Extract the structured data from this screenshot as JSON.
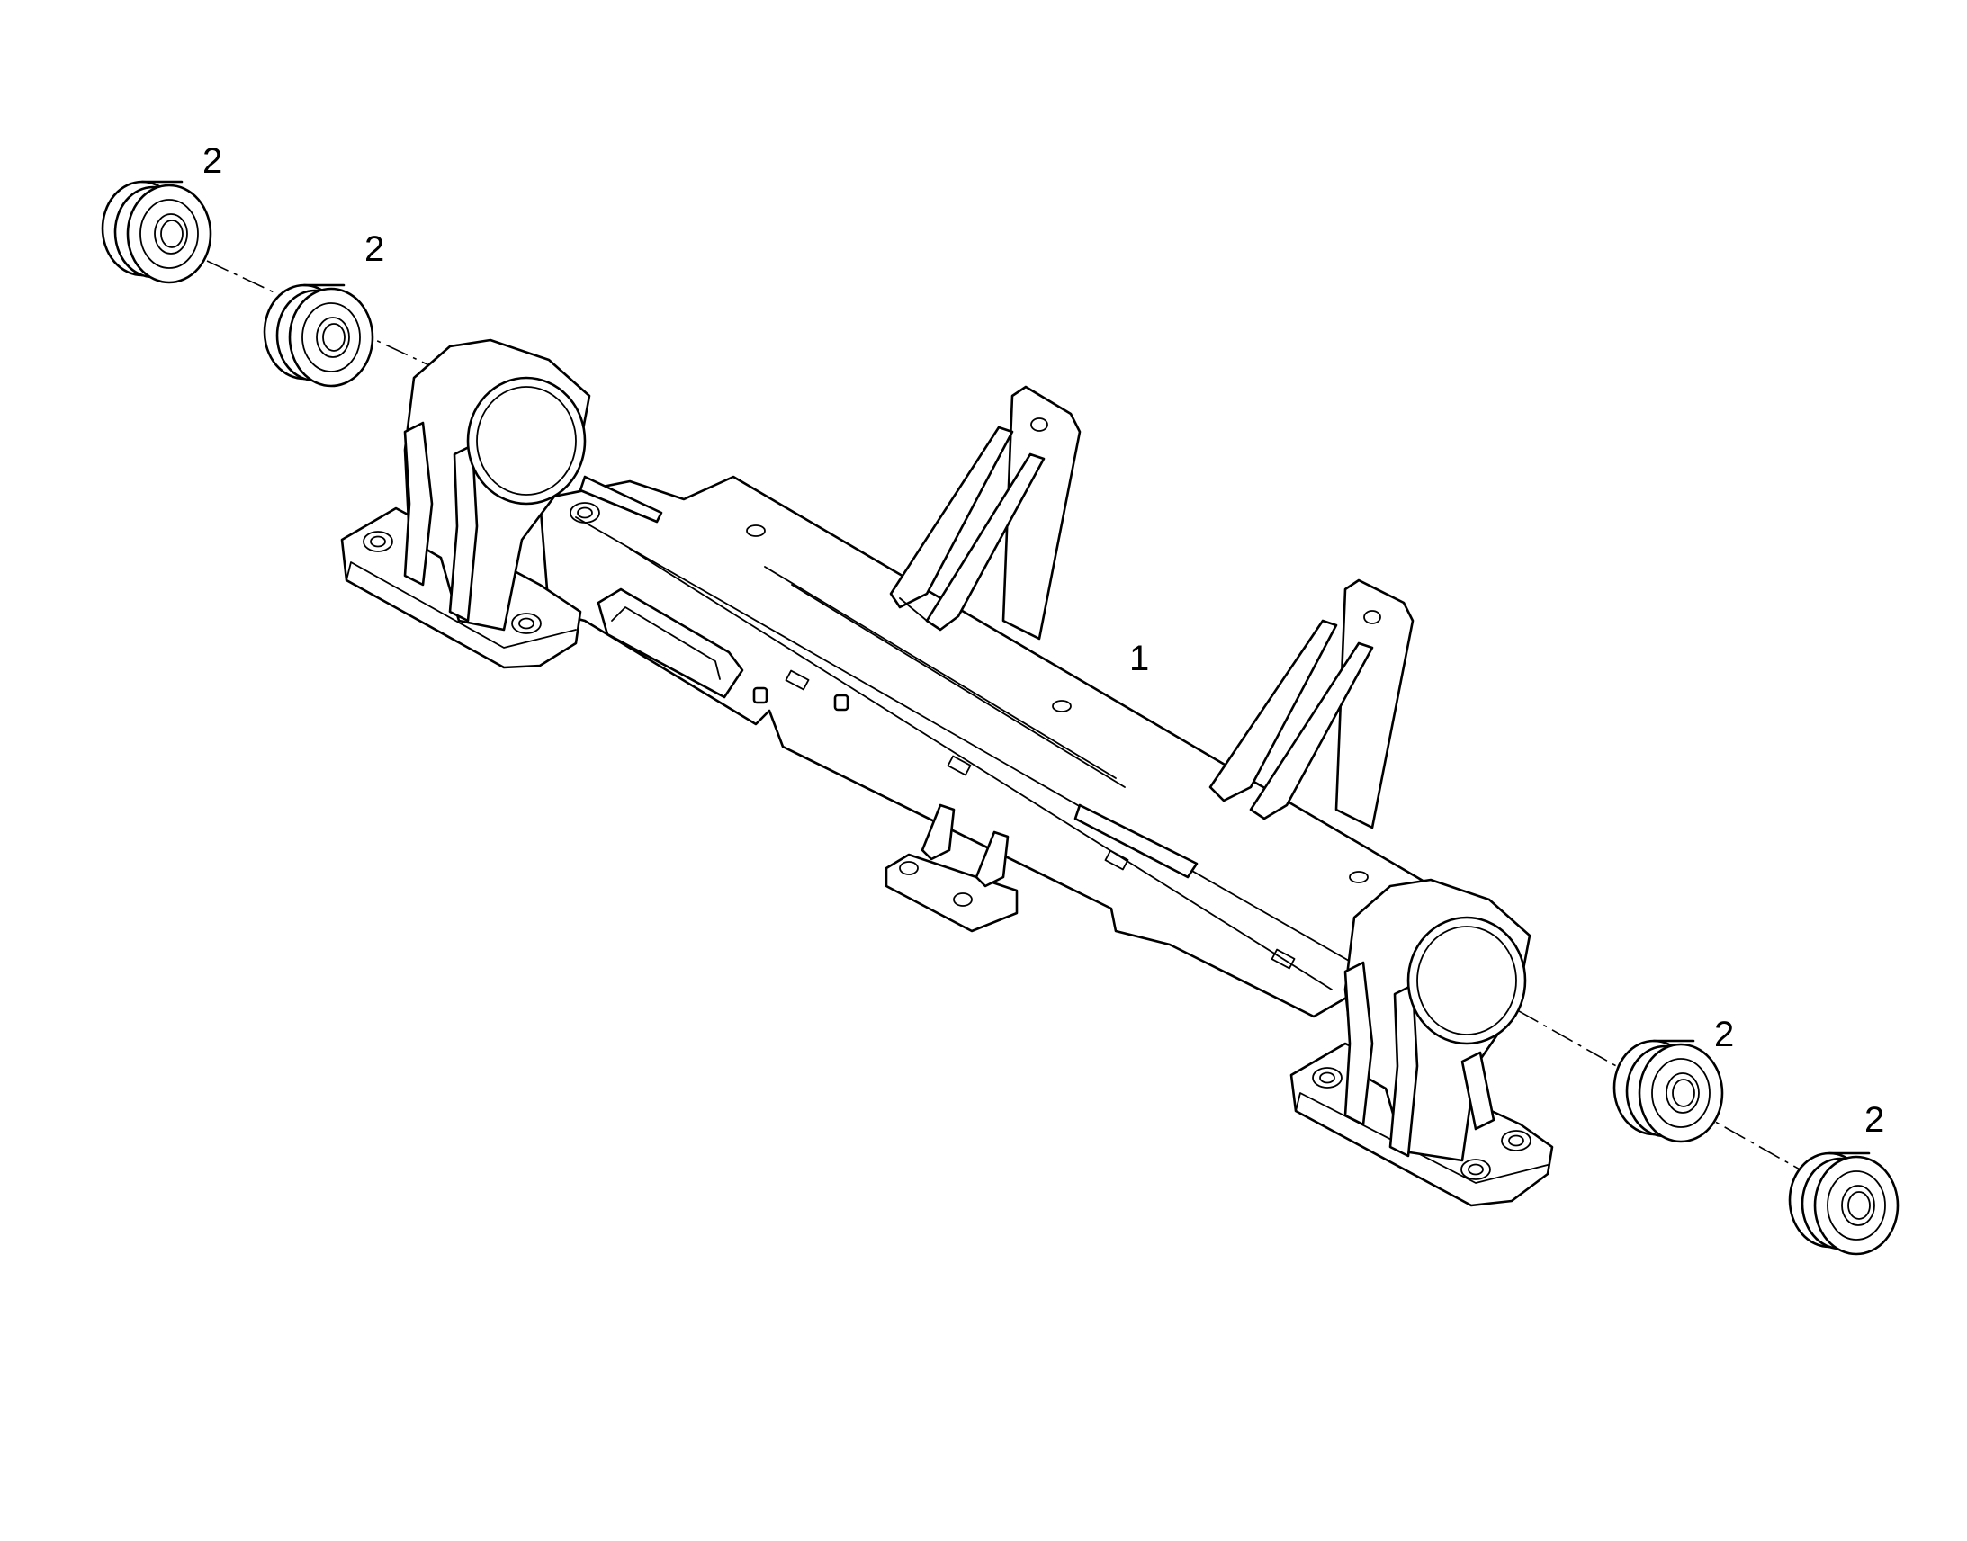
{
  "diagram": {
    "callouts": [
      {
        "id": "frame",
        "label": "1"
      },
      {
        "id": "bushing-outer-left",
        "label": "2"
      },
      {
        "id": "bushing-inner-left",
        "label": "2"
      },
      {
        "id": "bushing-inner-right",
        "label": "2"
      },
      {
        "id": "bushing-outer-right",
        "label": "2"
      }
    ]
  }
}
